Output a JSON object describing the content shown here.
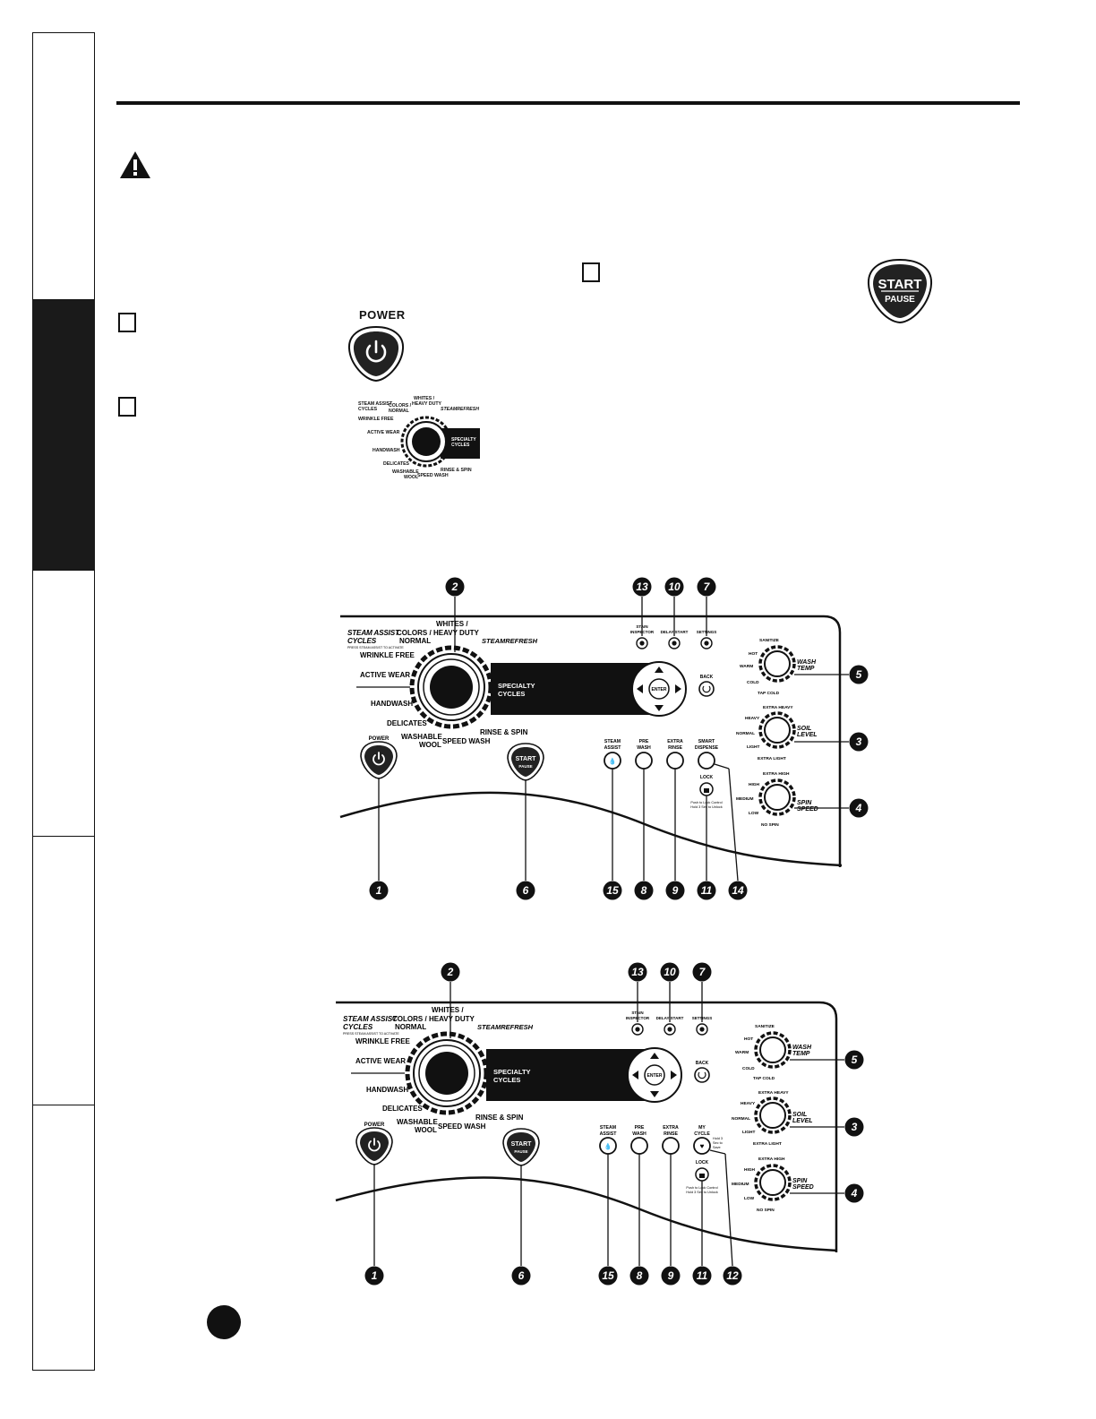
{
  "sidebar": {
    "sections": [
      "",
      "",
      "",
      "",
      ""
    ]
  },
  "top": {
    "power_label": "POWER",
    "start_label": "START",
    "pause_label": "PAUSE"
  },
  "small_dial": {
    "labels": {
      "steam_assist": "STEAM ASSIST",
      "cycles": "CYCLES",
      "colors": "COLORS /",
      "normal": "NORMAL",
      "whites": "WHITES /",
      "heavy_duty": "HEAVY DUTY",
      "steam_refresh": "STEAMREFRESH",
      "wrinkle_free": "WRINKLE FREE",
      "active_wear": "ACTIVE WEAR",
      "handwash": "HANDWASH",
      "delicates": "DELICATES",
      "washable": "WASHABLE",
      "wool": "WOOL",
      "speed_wash": "SPEED WASH",
      "rinse_spin": "RINSE & SPIN",
      "specialty": "SPECIALTY",
      "specialty_cycles": "CYCLES"
    }
  },
  "panel": {
    "steam_assist_title": "STEAM ASSIST",
    "cycles": "CYCLES",
    "steam_assist_hint": "PRESS STEAM ASSIST TO ACTIVATE",
    "colors": "COLORS /",
    "normal": "NORMAL",
    "whites": "WHITES /",
    "heavy_duty": "HEAVY DUTY",
    "steam_refresh": "STEAMREFRESH",
    "wrinkle_free": "WRINKLE FREE",
    "active_wear": "ACTIVE WEAR",
    "handwash": "HANDWASH",
    "delicates": "DELICATES",
    "washable": "WASHABLE",
    "wool": "WOOL",
    "speed_wash": "SPEED WASH",
    "rinse_spin": "RINSE & SPIN",
    "specialty": "SPECIALTY",
    "specialty_cycles": "CYCLES",
    "power": "POWER",
    "start": "START",
    "pause": "PAUSE",
    "stain_inspector": "STAIN INSPECTOR",
    "stain": "STAIN",
    "inspector": "INSPECTOR",
    "delay_start": "DELAY START",
    "settings": "SETTINGS",
    "back": "BACK",
    "enter": "ENTER",
    "steam": "STEAM",
    "assist": "ASSIST",
    "pre": "PRE",
    "wash": "WASH",
    "extra": "EXTRA",
    "rinse": "RINSE",
    "smart": "SMART",
    "dispense": "DISPENSE",
    "my": "MY",
    "cycle": "CYCLE",
    "hold3": "Hold 3",
    "secto": "Sec to",
    "save": "Save",
    "lock": "LOCK",
    "lock_hint1": "Push to Lock Control",
    "lock_hint2": "Hold 3 Sec to Unlock",
    "wash_temp": [
      "WASH",
      "TEMP"
    ],
    "wash_temp_opts": [
      "SANITIZE",
      "HOT",
      "WARM",
      "COLD",
      "TAP COLD"
    ],
    "soil_level": [
      "SOIL",
      "LEVEL"
    ],
    "soil_opts": [
      "EXTRA HEAVY",
      "HEAVY",
      "NORMAL",
      "LIGHT",
      "EXTRA LIGHT"
    ],
    "spin_speed": [
      "SPIN",
      "SPEED"
    ],
    "spin_opts": [
      "EXTRA HIGH",
      "HIGH",
      "MEDIUM",
      "LOW",
      "NO SPIN"
    ]
  },
  "callouts": {
    "top_row": [
      "2",
      "13",
      "10",
      "7"
    ],
    "right_col": [
      "5",
      "3",
      "4"
    ],
    "bottom_a": [
      "1",
      "6",
      "15",
      "8",
      "9",
      "11",
      "14"
    ],
    "bottom_b": [
      "1",
      "6",
      "15",
      "8",
      "9",
      "11",
      "12"
    ]
  }
}
